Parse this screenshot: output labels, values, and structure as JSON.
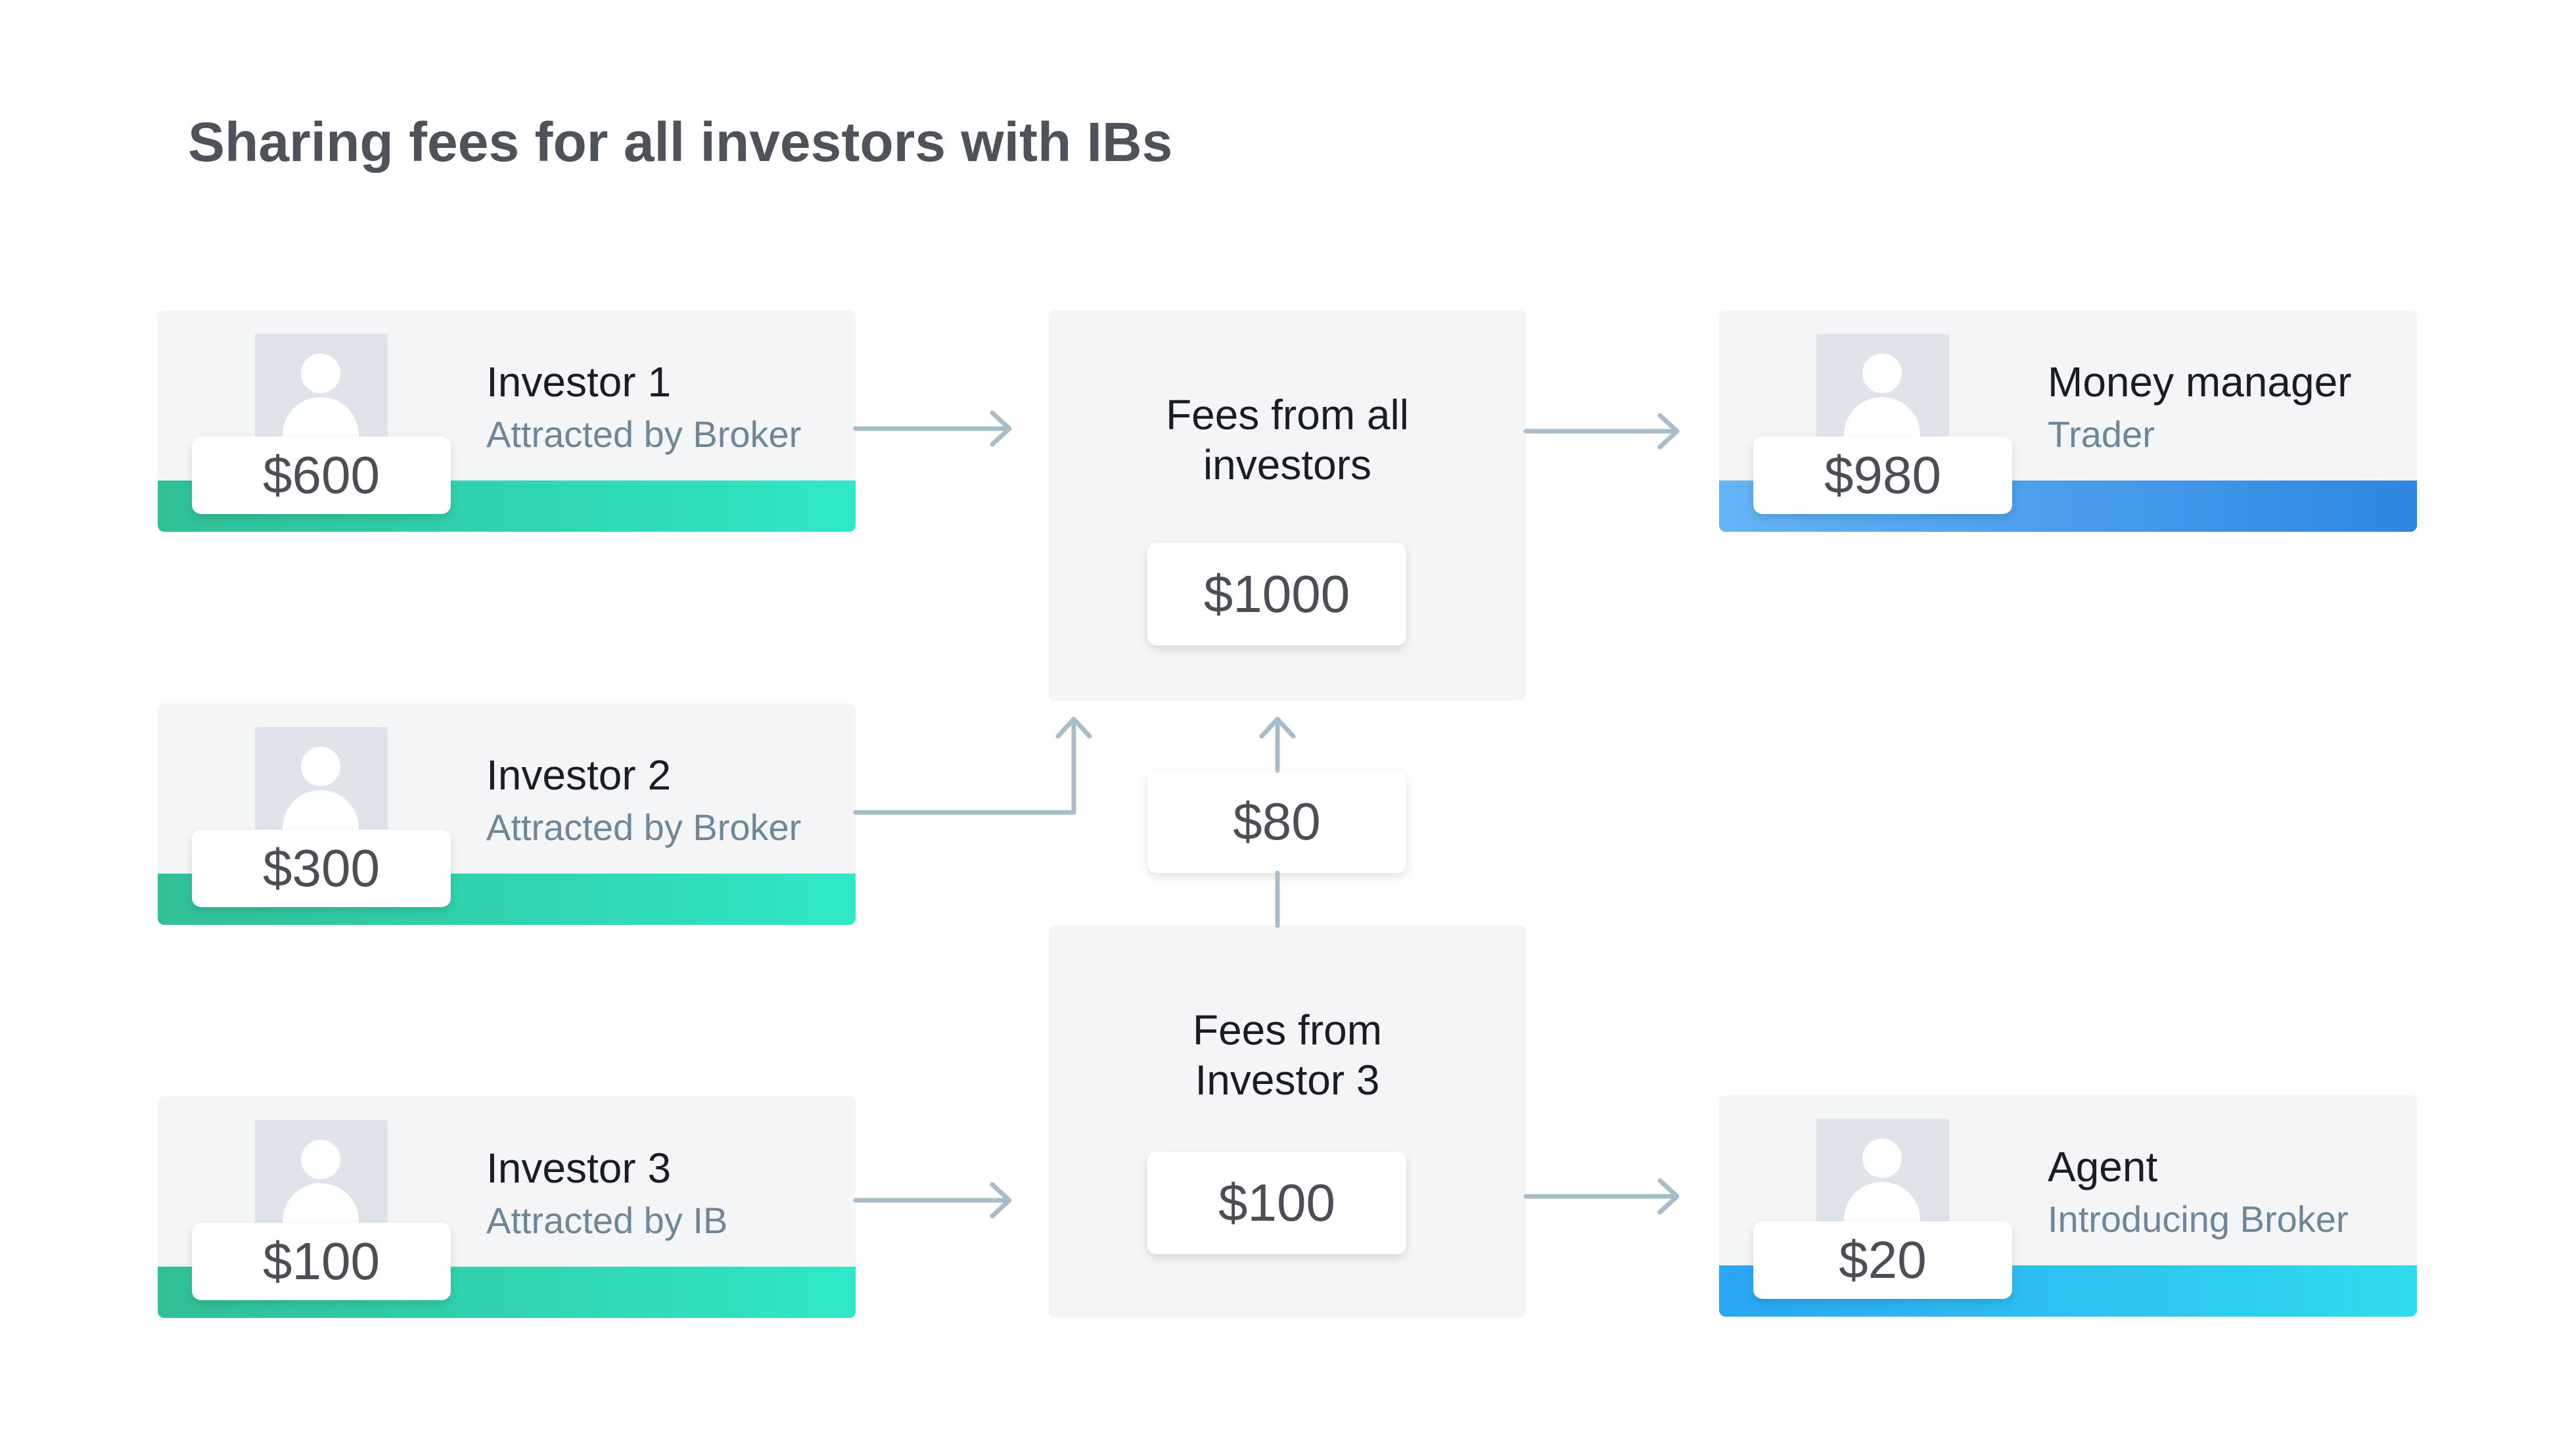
{
  "title": "Sharing fees for all investors with IBs",
  "investors": [
    {
      "name": "Investor 1",
      "role": "Attracted by Broker",
      "amount": "$600"
    },
    {
      "name": "Investor 2",
      "role": "Attracted by Broker",
      "amount": "$300"
    },
    {
      "name": "Investor 3",
      "role": "Attracted by IB",
      "amount": "$100"
    }
  ],
  "recipients": [
    {
      "name": "Money manager",
      "role": "Trader",
      "amount": "$980"
    },
    {
      "name": "Agent",
      "role": "Introducing Broker",
      "amount": "$20"
    }
  ],
  "pools": {
    "all": {
      "label_line1": "Fees from all",
      "label_line2": "investors",
      "amount": "$1000"
    },
    "investor3": {
      "label_line1": "Fees from",
      "label_line2": "Investor 3",
      "amount": "$100"
    }
  },
  "transfer": {
    "amount": "$80"
  },
  "colors": {
    "investor_bar": [
      "#31bf96",
      "#2fe8c8"
    ],
    "manager_bar": [
      "#64b4f6",
      "#2e86e0"
    ],
    "agent_bar": [
      "#2aa6f3",
      "#30dcec"
    ],
    "arrow": "#a9bcc9"
  },
  "icons": {
    "avatar": "user-placeholder-icon",
    "arrow": "arrow-right-icon"
  }
}
